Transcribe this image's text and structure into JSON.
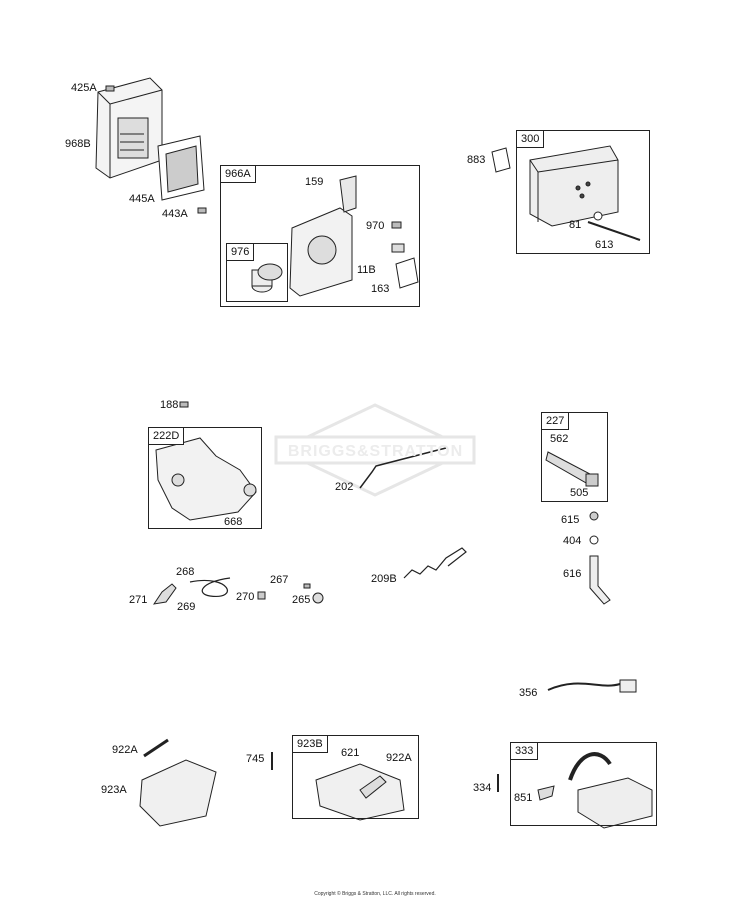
{
  "parts": {
    "p425A": "425A",
    "p968B": "968B",
    "p445A": "445A",
    "p443A": "443A",
    "p966A": "966A",
    "p159": "159",
    "p970": "970",
    "p976": "976",
    "p11B": "11B",
    "p163": "163",
    "p883": "883",
    "p300": "300",
    "p81": "81",
    "p613": "613",
    "p188": "188",
    "p222D": "222D",
    "p668": "668",
    "p202": "202",
    "p227": "227",
    "p562": "562",
    "p505": "505",
    "p615": "615",
    "p404": "404",
    "p616": "616",
    "p268": "268",
    "p271": "271",
    "p269": "269",
    "p270": "270",
    "p267": "267",
    "p265": "265",
    "p209B": "209B",
    "p356": "356",
    "p922A_left": "922A",
    "p923A": "923A",
    "p745": "745",
    "p923B": "923B",
    "p621": "621",
    "p922A_right": "922A",
    "p333": "333",
    "p334": "334",
    "p851": "851"
  },
  "watermark": "BRIGGS&STRATTON",
  "copyright": "Copyright © Briggs & Stratton, LLC. All rights reserved.",
  "colors": {
    "line": "#222222",
    "watermark": "#e6e6e6",
    "shade": "#cfcfcf"
  }
}
